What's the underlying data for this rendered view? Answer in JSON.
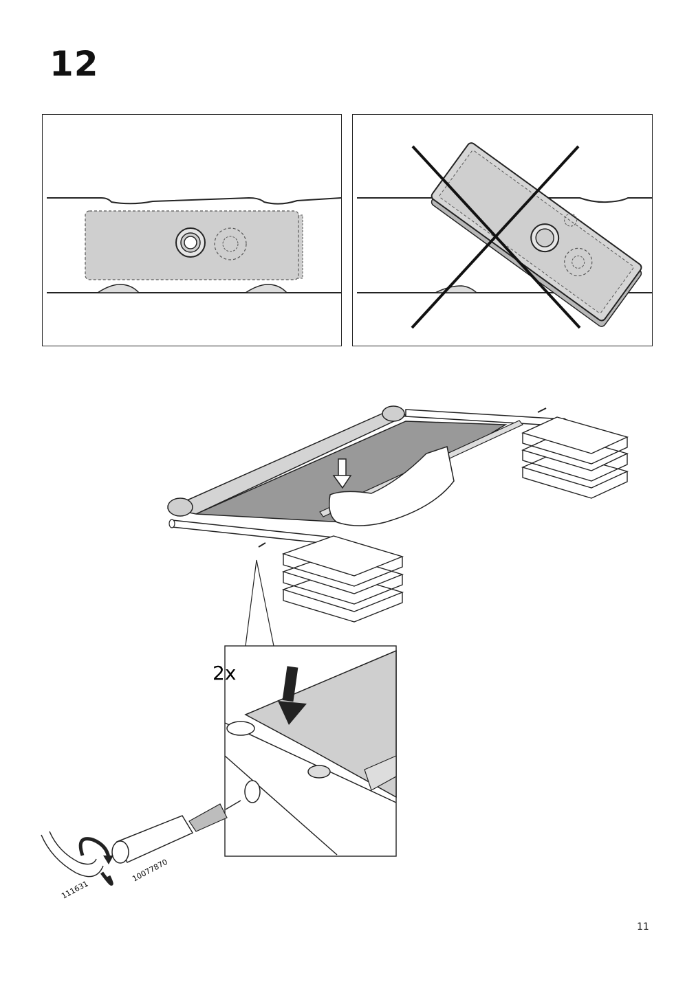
{
  "step": {
    "number": "12"
  },
  "detail": {
    "quantity": "2x"
  },
  "parts": {
    "key_id": "111631",
    "tool_id": "10077870"
  },
  "page": {
    "number": "11"
  },
  "icons": [
    "arrow-down-icon",
    "rotate-arrow-icon",
    "cross-out-icon"
  ],
  "colors": {
    "fill_gray": "#cfcfcf",
    "dark_gray": "#9a9a9a",
    "line": "#222222"
  }
}
